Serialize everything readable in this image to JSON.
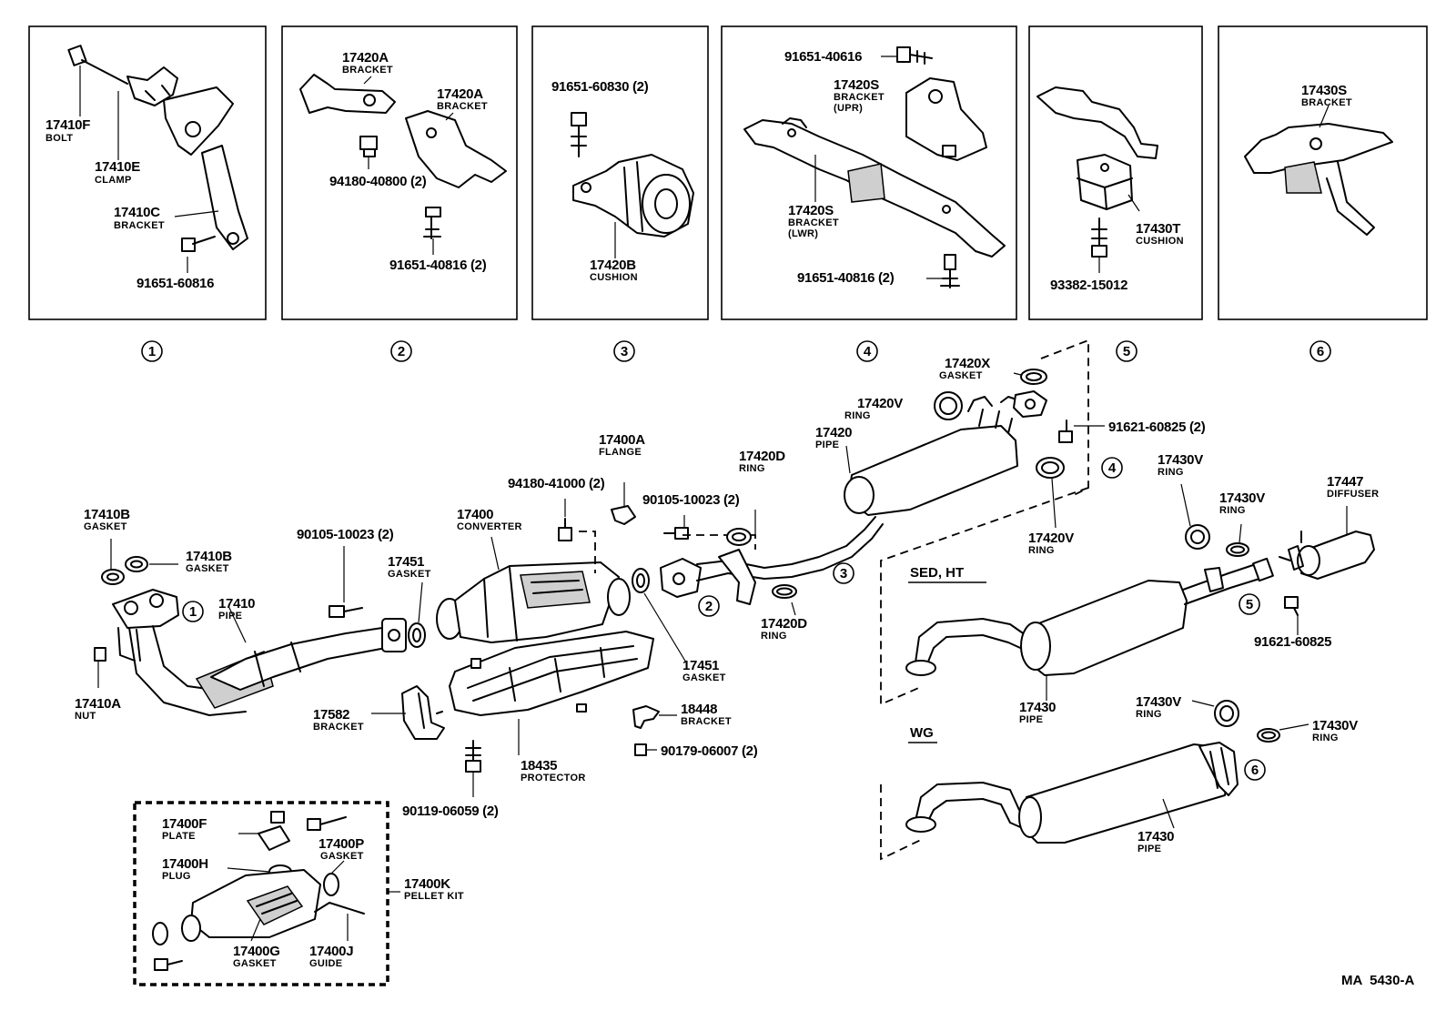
{
  "panels": [
    {
      "ref": "1",
      "parts": [
        {
          "no": "17410F",
          "name": "BOLT"
        },
        {
          "no": "17410E",
          "name": "CLAMP"
        },
        {
          "no": "17410C",
          "name": "BRACKET"
        },
        {
          "no": "91651-60816",
          "name": ""
        }
      ]
    },
    {
      "ref": "2",
      "parts": [
        {
          "no": "17420A",
          "name": "BRACKET"
        },
        {
          "no": "17420A",
          "name": "BRACKET"
        },
        {
          "no": "94180-40800 (2)",
          "name": ""
        },
        {
          "no": "91651-40816 (2)",
          "name": ""
        }
      ]
    },
    {
      "ref": "3",
      "parts": [
        {
          "no": "91651-60830 (2)",
          "name": ""
        },
        {
          "no": "17420B",
          "name": "CUSHION"
        }
      ]
    },
    {
      "ref": "4",
      "parts": [
        {
          "no": "91651-40616",
          "name": ""
        },
        {
          "no": "17420S",
          "name": "BRACKET",
          "sub": "(UPR)"
        },
        {
          "no": "17420S",
          "name": "BRACKET",
          "sub": "(LWR)"
        },
        {
          "no": "91651-40816 (2)",
          "name": ""
        }
      ]
    },
    {
      "ref": "5",
      "parts": [
        {
          "no": "17430T",
          "name": "CUSHION"
        },
        {
          "no": "93382-15012",
          "name": ""
        }
      ]
    },
    {
      "ref": "6",
      "parts": [
        {
          "no": "17430S",
          "name": "BRACKET"
        }
      ]
    }
  ],
  "main_parts": [
    {
      "no": "17410B",
      "name": "GASKET"
    },
    {
      "no": "17410B",
      "name": "GASKET"
    },
    {
      "no": "17410",
      "name": "PIPE"
    },
    {
      "no": "17410A",
      "name": "NUT"
    },
    {
      "no": "90105-10023 (2)",
      "name": ""
    },
    {
      "no": "17451",
      "name": "GASKET"
    },
    {
      "no": "17400",
      "name": "CONVERTER"
    },
    {
      "no": "94180-41000 (2)",
      "name": ""
    },
    {
      "no": "17400A",
      "name": "FLANGE"
    },
    {
      "no": "90105-10023 (2)",
      "name": ""
    },
    {
      "no": "17451",
      "name": "GASKET"
    },
    {
      "no": "17582",
      "name": "BRACKET"
    },
    {
      "no": "18435",
      "name": "PROTECTOR"
    },
    {
      "no": "18448",
      "name": "BRACKET"
    },
    {
      "no": "90179-06007 (2)",
      "name": ""
    },
    {
      "no": "90119-06059 (2)",
      "name": ""
    },
    {
      "no": "17420D",
      "name": "RING"
    },
    {
      "no": "17420D",
      "name": "RING"
    },
    {
      "no": "17420",
      "name": "PIPE"
    },
    {
      "no": "17420V",
      "name": "RING"
    },
    {
      "no": "17420X",
      "name": "GASKET"
    },
    {
      "no": "91621-60825 (2)",
      "name": ""
    },
    {
      "no": "17420V",
      "name": "RING"
    },
    {
      "no": "17430V",
      "name": "RING"
    },
    {
      "no": "17430V",
      "name": "RING"
    },
    {
      "no": "17447",
      "name": "DIFFUSER"
    },
    {
      "no": "91621-60825",
      "name": ""
    },
    {
      "no": "17430",
      "name": "PIPE"
    },
    {
      "no": "17430V",
      "name": "RING"
    },
    {
      "no": "17430V",
      "name": "RING"
    },
    {
      "no": "17430",
      "name": "PIPE"
    }
  ],
  "pellet_kit": [
    {
      "no": "17400F",
      "name": "PLATE"
    },
    {
      "no": "17400H",
      "name": "PLUG"
    },
    {
      "no": "17400P",
      "name": "GASKET"
    },
    {
      "no": "17400K",
      "name": "PELLET KIT"
    },
    {
      "no": "17400G",
      "name": "GASKET"
    },
    {
      "no": "17400J",
      "name": "GUIDE"
    }
  ],
  "variants": {
    "sed_ht": "SED, HT",
    "wg": "WG"
  },
  "diagram_code": "MA  5430-A"
}
